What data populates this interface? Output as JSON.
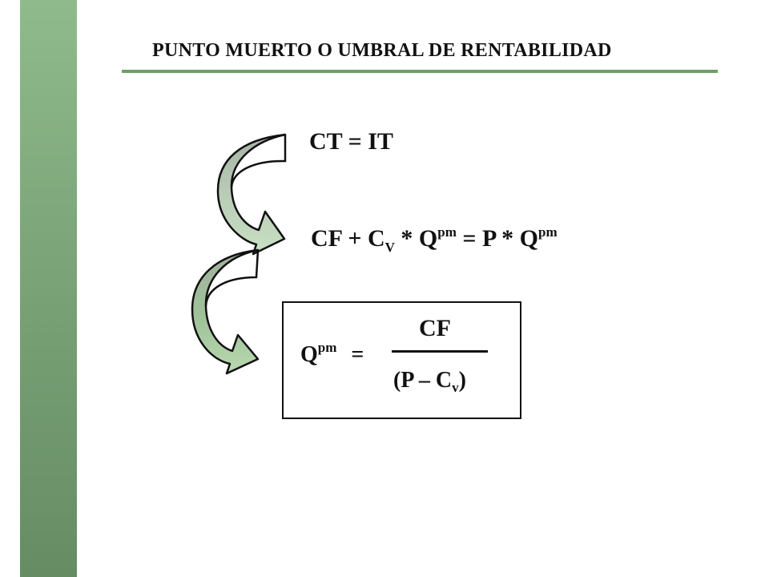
{
  "slide": {
    "title": "PUNTO MUERTO O UMBRAL DE RENTABILIDAD",
    "accent_color": "#6da165",
    "sidebar_color": "#7fa97c"
  },
  "equations": {
    "eq1": "CT  =  IT",
    "eq2": {
      "part1": "CF + C",
      "sub1": "V",
      "part2": " * Q",
      "sup1": "pm",
      "part3": "  =  P * Q",
      "sup2": "pm"
    }
  },
  "formula": {
    "lhs": "Q",
    "lhs_sup": "pm",
    "equals": "=",
    "numerator": "CF",
    "denominator_main": "(P – C",
    "denominator_sub": "v",
    "denominator_close": ")"
  },
  "arrows": [
    {
      "icon": "curved-arrow-icon",
      "label": "from CT = IT to expanded equation"
    },
    {
      "icon": "curved-arrow-icon",
      "label": "from expanded equation to boxed formula"
    }
  ]
}
